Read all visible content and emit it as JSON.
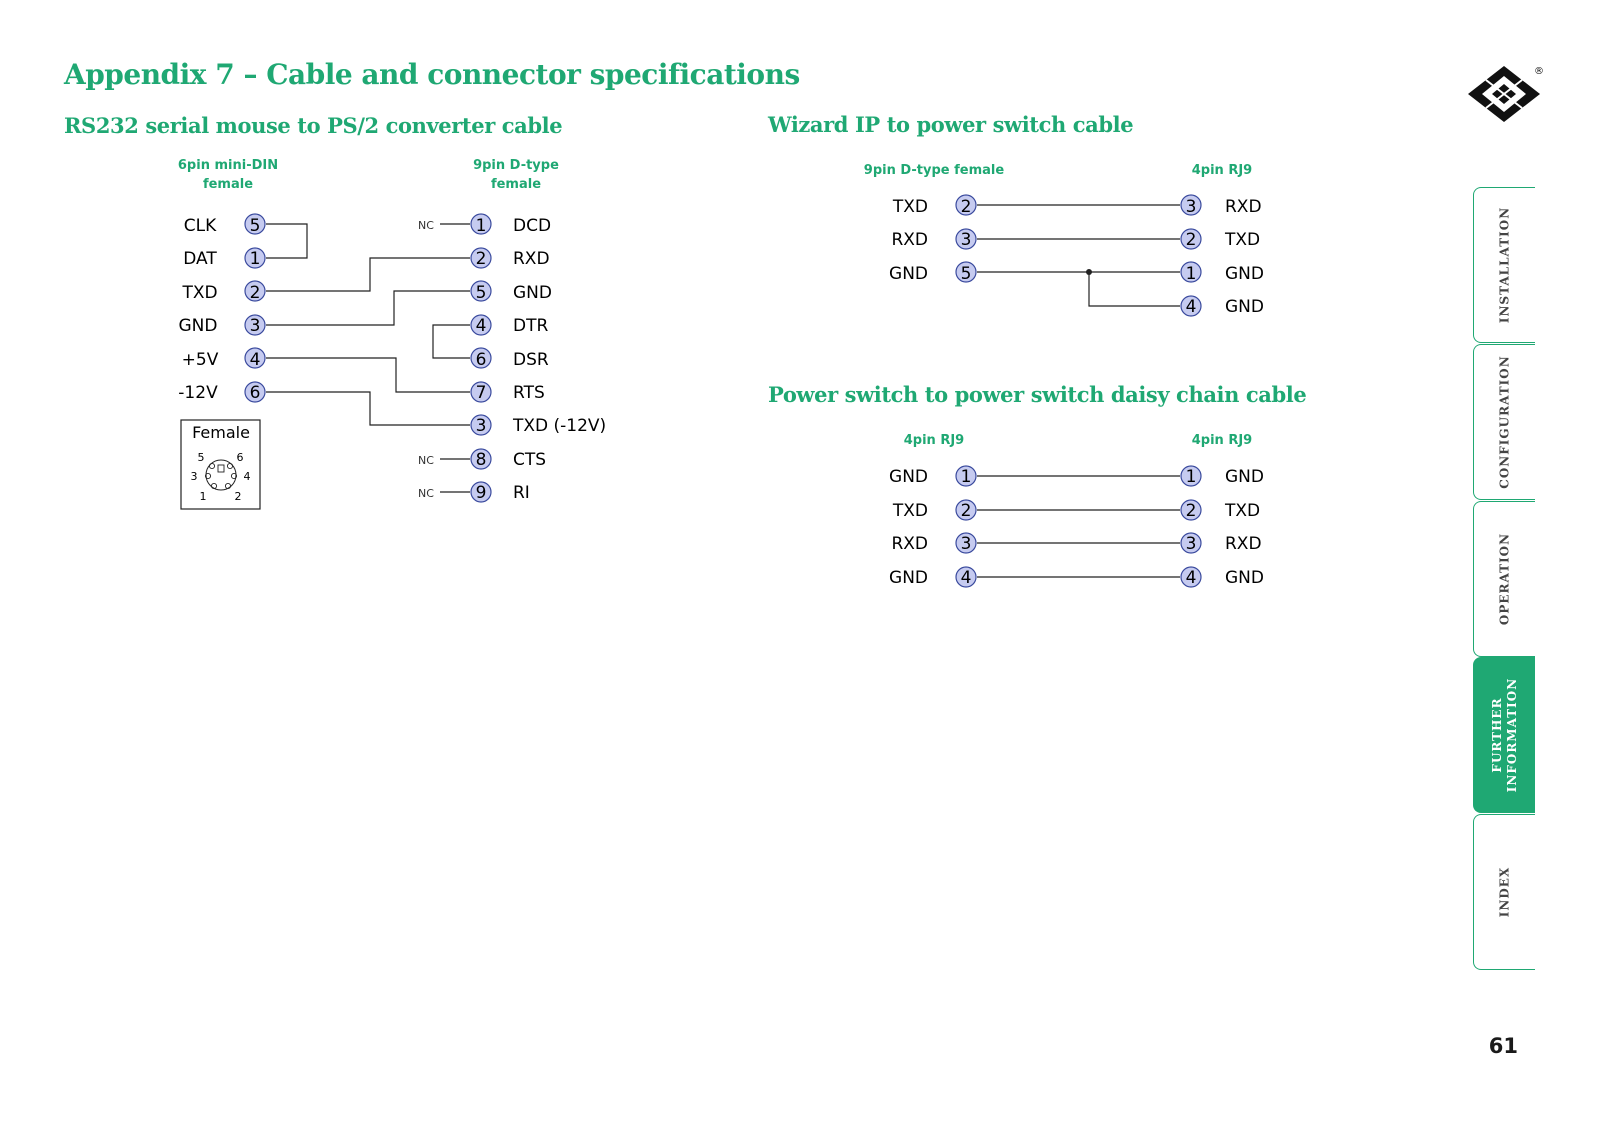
{
  "page": {
    "title": "Appendix 7 – Cable and connector specifications",
    "page_number": "61"
  },
  "brand": {
    "registered_mark": "®",
    "accent_color": "#1fa873",
    "pin_fill_color": "#c6cbf0"
  },
  "rs232": {
    "title": "RS232 serial mouse to PS/2 converter cable",
    "left_header_line1": "6pin mini-DIN",
    "left_header_line2": "female",
    "right_header_line1": "9pin D-type",
    "right_header_line2": "female",
    "left_pins": [
      {
        "label": "CLK",
        "pin": "5"
      },
      {
        "label": "DAT",
        "pin": "1"
      },
      {
        "label": "TXD",
        "pin": "2"
      },
      {
        "label": "GND",
        "pin": "3"
      },
      {
        "label": "+5V",
        "pin": "4"
      },
      {
        "label": "-12V",
        "pin": "6"
      }
    ],
    "right_pins": [
      {
        "label": "DCD",
        "pin": "1",
        "nc": "NC"
      },
      {
        "label": "RXD",
        "pin": "2",
        "nc": ""
      },
      {
        "label": "GND",
        "pin": "5",
        "nc": ""
      },
      {
        "label": "DTR",
        "pin": "4",
        "nc": ""
      },
      {
        "label": "DSR",
        "pin": "6",
        "nc": ""
      },
      {
        "label": "RTS",
        "pin": "7",
        "nc": ""
      },
      {
        "label": "TXD (-12V)",
        "pin": "3",
        "nc": ""
      },
      {
        "label": "CTS",
        "pin": "8",
        "nc": "NC"
      },
      {
        "label": "RI",
        "pin": "9",
        "nc": "NC"
      }
    ],
    "connector_box": {
      "label": "Female",
      "pin_numbers": [
        "5",
        "6",
        "3",
        "4",
        "1",
        "2"
      ]
    }
  },
  "wizard": {
    "title": "Wizard IP to power switch cable",
    "left_header": "9pin D-type female",
    "right_header": "4pin RJ9",
    "left_pins": [
      {
        "label": "TXD",
        "pin": "2"
      },
      {
        "label": "RXD",
        "pin": "3"
      },
      {
        "label": "GND",
        "pin": "5"
      }
    ],
    "right_pins": [
      {
        "label": "RXD",
        "pin": "3"
      },
      {
        "label": "TXD",
        "pin": "2"
      },
      {
        "label": "GND",
        "pin": "1"
      },
      {
        "label": "GND",
        "pin": "4"
      }
    ]
  },
  "daisy": {
    "title": "Power switch to power switch daisy chain cable",
    "left_header": "4pin RJ9",
    "right_header": "4pin RJ9",
    "left_pins": [
      {
        "label": "GND",
        "pin": "1"
      },
      {
        "label": "TXD",
        "pin": "2"
      },
      {
        "label": "RXD",
        "pin": "3"
      },
      {
        "label": "GND",
        "pin": "4"
      }
    ],
    "right_pins": [
      {
        "label": "GND",
        "pin": "1"
      },
      {
        "label": "TXD",
        "pin": "2"
      },
      {
        "label": "RXD",
        "pin": "3"
      },
      {
        "label": "GND",
        "pin": "4"
      }
    ]
  },
  "side_tabs": [
    {
      "label": "INSTALLATION",
      "active": false
    },
    {
      "label": "CONFIGURATION",
      "active": false
    },
    {
      "label": "OPERATION",
      "active": false
    },
    {
      "label": "FURTHER\nINFORMATION",
      "active": true
    },
    {
      "label": "INDEX",
      "active": false
    }
  ]
}
